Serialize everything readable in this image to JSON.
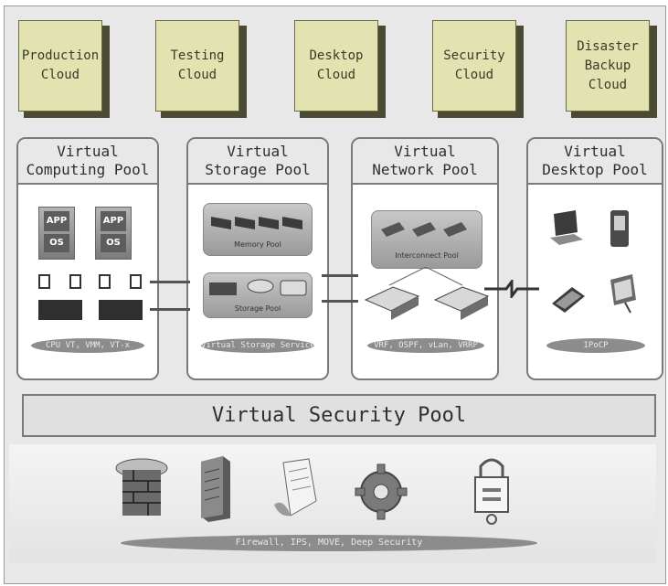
{
  "clouds": [
    {
      "label": "Production\nCloud"
    },
    {
      "label": "Testing\nCloud"
    },
    {
      "label": "Desktop\nCloud"
    },
    {
      "label": "Security\nCloud"
    },
    {
      "label": "Disaster\nBackup\nCloud"
    }
  ],
  "pools": {
    "computing": {
      "title": "Virtual\nComputing Pool",
      "app_label": "APP",
      "os_label": "OS",
      "footer": "CPU VT, VMM, VT-x"
    },
    "storage": {
      "title": "Virtual\nStorage Pool",
      "memory_label": "Memory Pool",
      "storage_label": "Storage Pool",
      "footer": "Virtual Storage Service"
    },
    "network": {
      "title": "Virtual\nNetwork Pool",
      "interconnect_label": "Interconnect Pool",
      "footer": "VRF, OSPF, vLan, VRRP"
    },
    "desktop": {
      "title": "Virtual\nDesktop Pool",
      "footer": "IPoCP"
    }
  },
  "security": {
    "title": "Virtual Security Pool",
    "footer": "Firewall, IPS, MOVE, Deep Security"
  },
  "icons": [
    "firewall-icon",
    "server-tower-icon",
    "document-scroll-icon",
    "gear-icon",
    "padlock-icon",
    "laptop-icon",
    "pda-icon",
    "tablet-icon",
    "router-icon",
    "switch-icon"
  ]
}
